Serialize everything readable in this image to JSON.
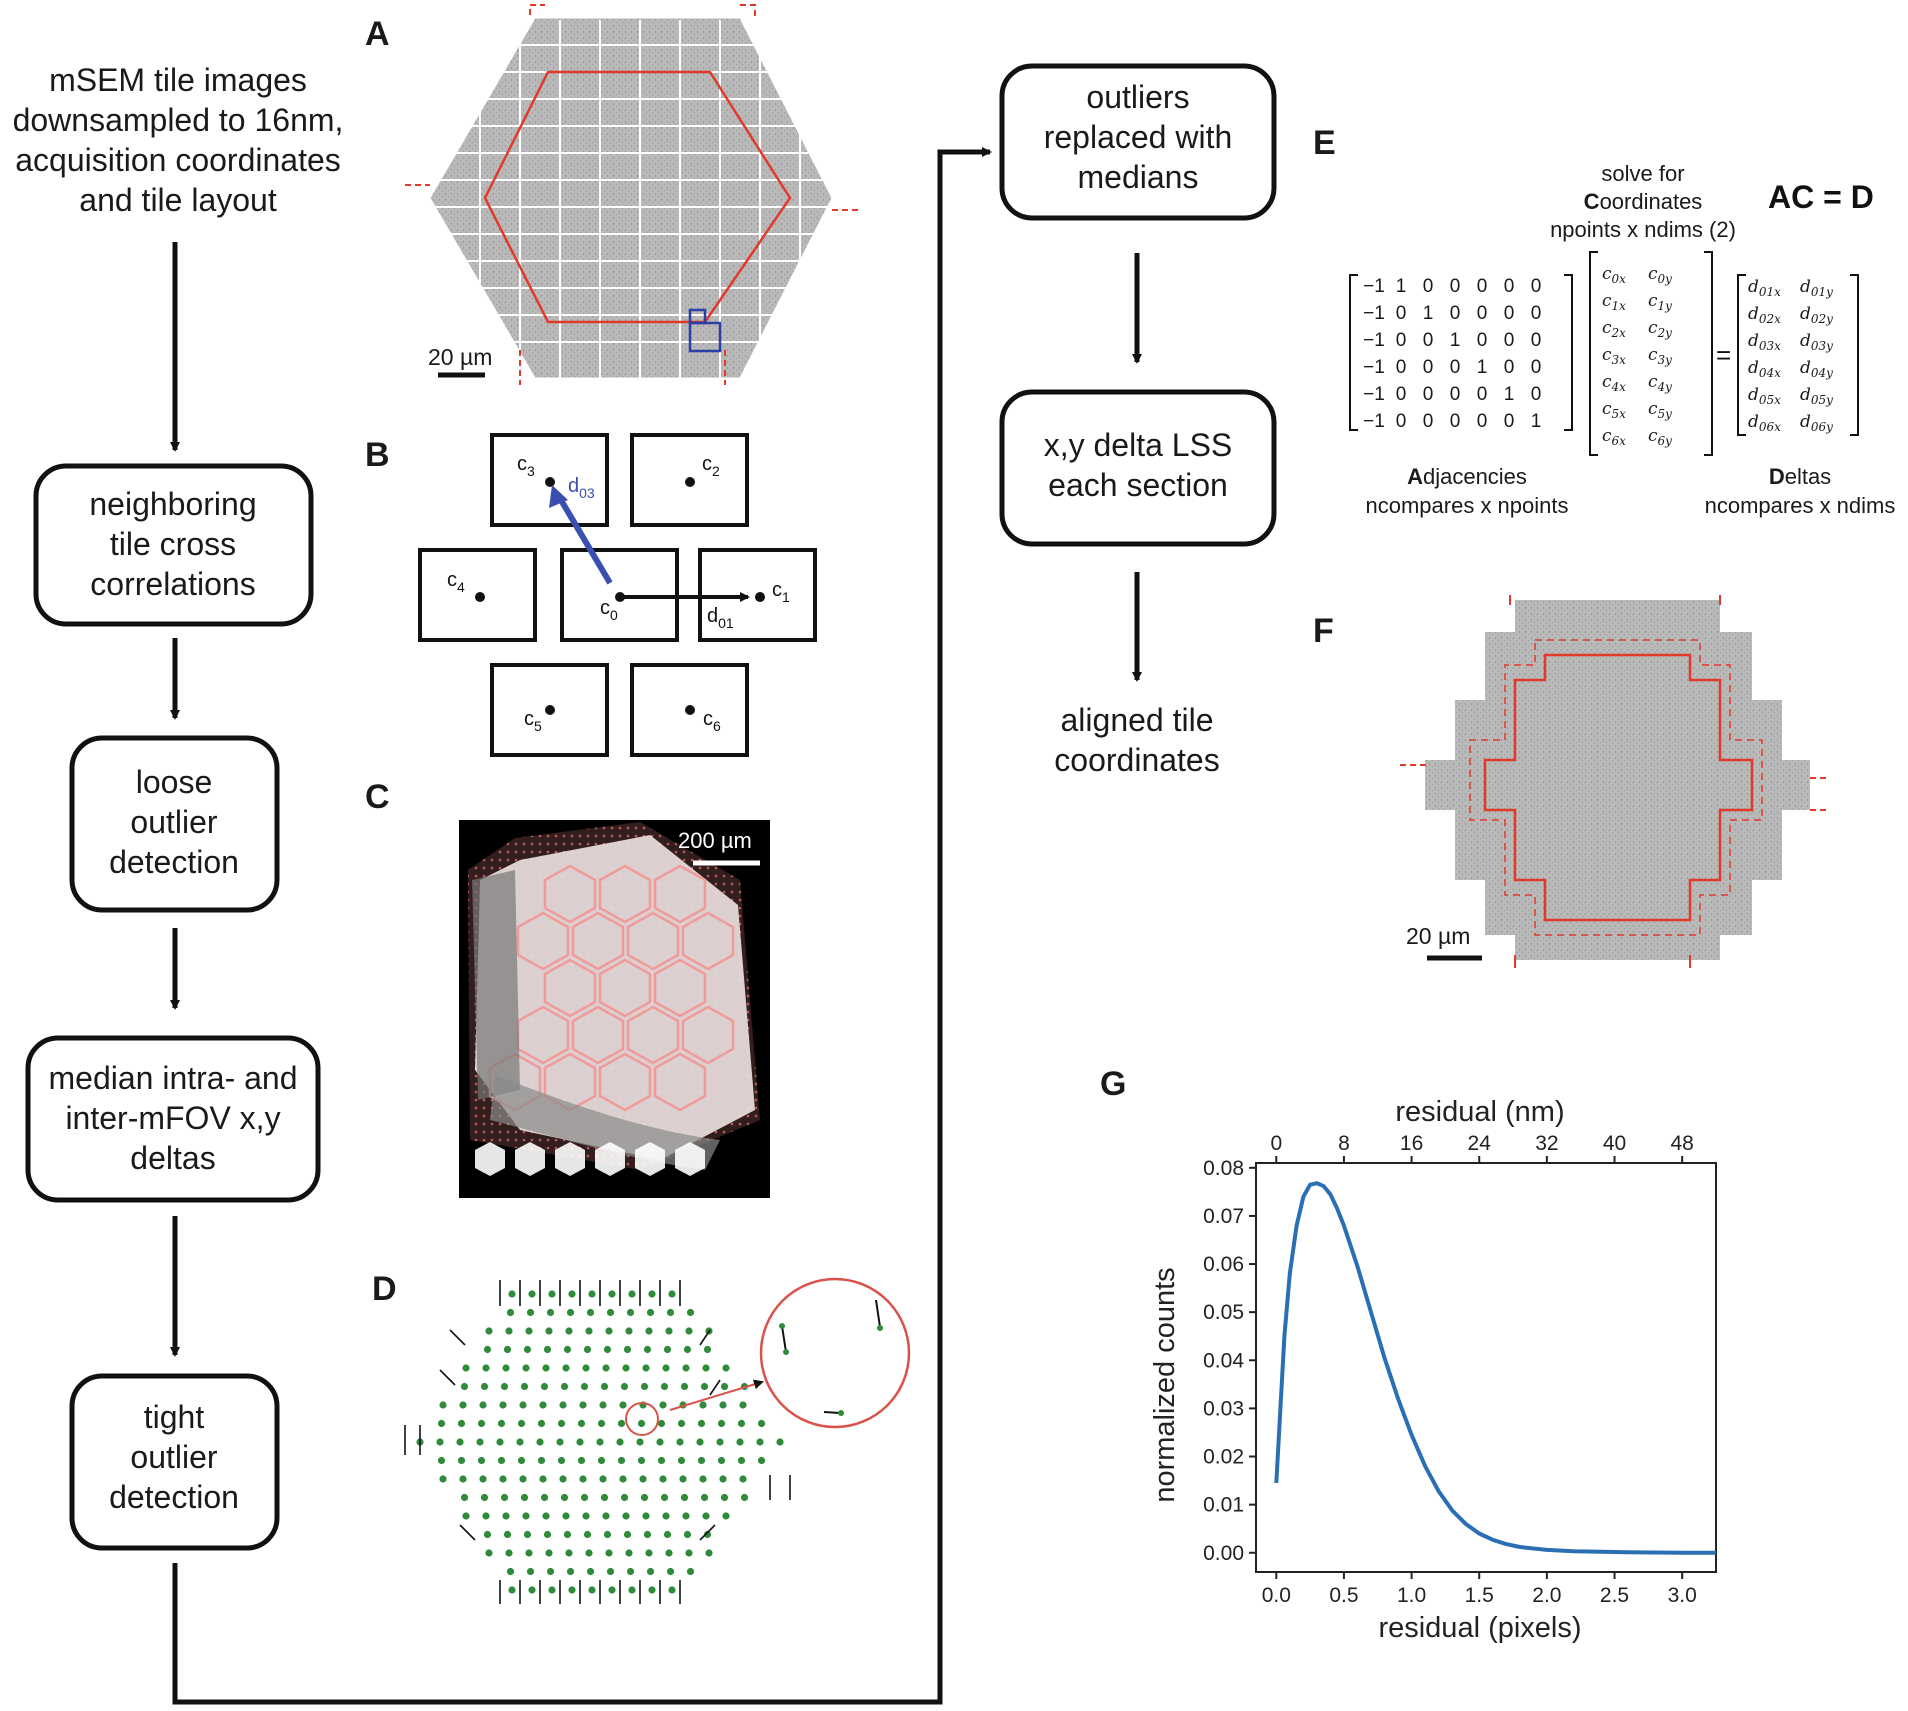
{
  "flow_left": {
    "input": [
      "mSEM tile images",
      "downsampled to 16nm,",
      "acquisition coordinates",
      "and tile layout"
    ],
    "step1": [
      "neighboring",
      "tile cross",
      "correlations"
    ],
    "step2": [
      "loose",
      "outlier",
      "detection"
    ],
    "step3": [
      "median intra- and",
      "inter-mFOV x,y",
      "deltas"
    ],
    "step4": [
      "tight",
      "outlier",
      "detection"
    ]
  },
  "flow_right": {
    "step5": [
      "outliers",
      "replaced with",
      "medians"
    ],
    "step6": [
      "x,y delta LSS",
      "each section"
    ],
    "output": [
      "aligned tile",
      "coordinates"
    ]
  },
  "panel_labels": {
    "a": "A",
    "b": "B",
    "c": "C",
    "d": "D",
    "e": "E",
    "f": "F",
    "g": "G"
  },
  "panel_a": {
    "scale": "20 µm"
  },
  "panel_b": {
    "c0": "c",
    "c0_sub": "0",
    "c1": "c",
    "c1_sub": "1",
    "c2": "c",
    "c2_sub": "2",
    "c3": "c",
    "c3_sub": "3",
    "c4": "c",
    "c4_sub": "4",
    "c5": "c",
    "c5_sub": "5",
    "c6": "c",
    "c6_sub": "6",
    "d01": "d",
    "d01_sub": "01",
    "d03": "d",
    "d03_sub": "03"
  },
  "panel_c": {
    "scale": "200 µm"
  },
  "panel_e": {
    "equation": "AC = D",
    "solve_for": "solve for",
    "coords_bold": "C",
    "coords_rest": "oordinates",
    "coords_dims": "npoints x ndims (2)",
    "adj_bold": "A",
    "adj_rest": "djacencies",
    "adj_dims": "ncompares x npoints",
    "deltas_bold": "D",
    "deltas_rest": "eltas",
    "deltas_dims": "ncompares x ndims",
    "matrix_a": [
      [
        "−1",
        "1",
        "0",
        "0",
        "0",
        "0",
        "0"
      ],
      [
        "−1",
        "0",
        "1",
        "0",
        "0",
        "0",
        "0"
      ],
      [
        "−1",
        "0",
        "0",
        "1",
        "0",
        "0",
        "0"
      ],
      [
        "−1",
        "0",
        "0",
        "0",
        "1",
        "0",
        "0"
      ],
      [
        "−1",
        "0",
        "0",
        "0",
        "0",
        "1",
        "0"
      ],
      [
        "−1",
        "0",
        "0",
        "0",
        "0",
        "0",
        "1"
      ]
    ],
    "matrix_c": [
      [
        "c",
        "0x",
        "c",
        "0y"
      ],
      [
        "c",
        "1x",
        "c",
        "1y"
      ],
      [
        "c",
        "2x",
        "c",
        "2y"
      ],
      [
        "c",
        "3x",
        "c",
        "3y"
      ],
      [
        "c",
        "4x",
        "c",
        "4y"
      ],
      [
        "c",
        "5x",
        "c",
        "5y"
      ],
      [
        "c",
        "6x",
        "c",
        "6y"
      ]
    ],
    "matrix_d": [
      [
        "d",
        "01x",
        "d",
        "01y"
      ],
      [
        "d",
        "02x",
        "d",
        "02y"
      ],
      [
        "d",
        "03x",
        "d",
        "03y"
      ],
      [
        "d",
        "04x",
        "d",
        "04y"
      ],
      [
        "d",
        "05x",
        "d",
        "05y"
      ],
      [
        "d",
        "06x",
        "d",
        "06y"
      ]
    ],
    "equals": "="
  },
  "panel_f": {
    "scale": "20 µm"
  },
  "chart_data": {
    "type": "line",
    "title": "",
    "xlabel": "residual (pixels)",
    "x2label": "residual (nm)",
    "ylabel": "normalized counts",
    "xlim": [
      -0.15,
      3.25
    ],
    "ylim": [
      -0.004,
      0.081
    ],
    "xticks": [
      0.0,
      0.5,
      1.0,
      1.5,
      2.0,
      2.5,
      3.0
    ],
    "xtick_labels": [
      "0.0",
      "0.5",
      "1.0",
      "1.5",
      "2.0",
      "2.5",
      "3.0"
    ],
    "x2ticks": [
      0,
      8,
      16,
      24,
      32,
      40,
      48
    ],
    "yticks": [
      0.0,
      0.01,
      0.02,
      0.03,
      0.04,
      0.05,
      0.06,
      0.07,
      0.08
    ],
    "ytick_labels": [
      "0.00",
      "0.01",
      "0.02",
      "0.03",
      "0.04",
      "0.05",
      "0.06",
      "0.07",
      "0.08"
    ],
    "series": [
      {
        "color": "#2a6fb4",
        "x": [
          0.0,
          0.03,
          0.06,
          0.1,
          0.15,
          0.2,
          0.25,
          0.3,
          0.35,
          0.4,
          0.45,
          0.5,
          0.6,
          0.7,
          0.8,
          0.9,
          1.0,
          1.1,
          1.2,
          1.3,
          1.4,
          1.5,
          1.6,
          1.7,
          1.8,
          2.0,
          2.2,
          2.4,
          2.6,
          2.8,
          3.0,
          3.25
        ],
        "y": [
          0.0145,
          0.03,
          0.045,
          0.058,
          0.068,
          0.074,
          0.0765,
          0.0768,
          0.0762,
          0.0745,
          0.0715,
          0.068,
          0.0595,
          0.05,
          0.0405,
          0.032,
          0.0245,
          0.018,
          0.0128,
          0.0088,
          0.006,
          0.004,
          0.0027,
          0.0018,
          0.0012,
          0.0006,
          0.0003,
          0.0002,
          0.0001,
          5e-05,
          2e-05,
          0.0
        ]
      }
    ]
  }
}
